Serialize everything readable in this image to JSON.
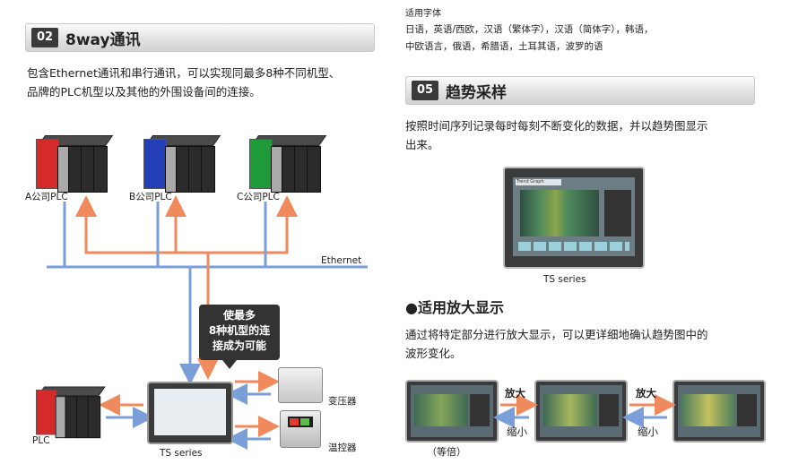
{
  "section02": {
    "num": "02",
    "title": "8way通讯",
    "desc1": "包含Ethernet通讯和串行通讯，可以实现同最多8种不同机型、",
    "desc2": "品牌的PLC机型以及其他的外围设备间的连接。"
  },
  "plcs": [
    {
      "label": "A公司PLC",
      "color": "#d42a2a"
    },
    {
      "label": "B公司PLC",
      "color": "#2440b8"
    },
    {
      "label": "C公司PLC",
      "color": "#1f9a3a"
    }
  ],
  "ethernet_label": "Ethernet",
  "callout": {
    "l1": "使最多",
    "l2": "8种机型的连",
    "l3": "接成为可能"
  },
  "plc_bottom": "PLC",
  "ts_series": "TS series",
  "transformer": "变压器",
  "thermo": "温控器",
  "fonts": {
    "title": "适用字体",
    "l1": "日语，英语/西欧，汉语（繁体字），汉语（简体字），韩语，",
    "l2": "中欧语言，俄语，希腊语，土耳其语，波罗的语"
  },
  "section05": {
    "num": "05",
    "title": "趋势采样",
    "desc1": "按照时间序列记录每时每刻不断变化的数据，并以趋势图显示",
    "desc2": "出来。"
  },
  "trend_screen_title": "Trend Graph",
  "ts_series2": "TS series",
  "zoom": {
    "title": "●适用放大显示",
    "desc1": "通过将特定部分进行放大显示，可以更详细地确认趋势图中的",
    "desc2": "波形变化。",
    "enlarge1": "放大",
    "shrink1": "缩小",
    "enlarge2": "放大",
    "shrink2": "缩小",
    "equal": "（等倍）"
  },
  "colors": {
    "orange": "#f08a5d",
    "blue": "#7a9fd8"
  }
}
